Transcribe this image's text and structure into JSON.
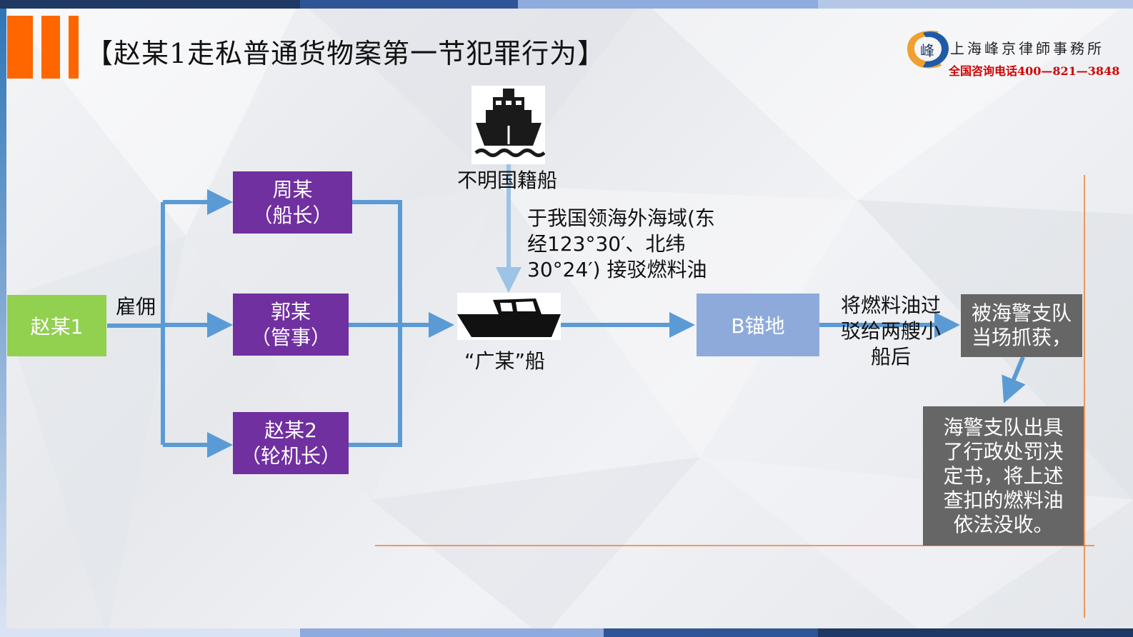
{
  "title": "【赵某1走私普通货物案第一节犯罪行为】",
  "logo": {
    "firm_name": "上海峰京律師事務所",
    "phone": "全国咨询电话400—821—3848",
    "mark_char": "峰"
  },
  "nodes": {
    "zhao1": "赵某1",
    "hire_label": "雇佣",
    "zhou": {
      "name": "周某",
      "role": "（船长）"
    },
    "guo": {
      "name": "郭某",
      "role": "（管事）"
    },
    "zhao2": {
      "name": "赵某2",
      "role": "（轮机长）"
    },
    "unknown_ship": "不明国籍船",
    "sea_area": [
      "于我国领海外海域(东",
      "经123°30′、北纬",
      "30°24′) 接驳燃料油"
    ],
    "guang_ship": "“广某”船",
    "anchorage": "B锚地",
    "transfer": [
      "将燃料油过",
      "驳给两艘小",
      "船后"
    ],
    "caught": [
      "被海警支队",
      "当场抓获，"
    ],
    "penalty": [
      "海警支队出具",
      "了行政处罚决",
      "定书，将上述",
      "查扣的燃料油",
      "依法没收。"
    ]
  },
  "colors": {
    "green": "#92d050",
    "purple": "#7030a0",
    "arrow": "#5b9bd5",
    "light_arrow": "#9dc3e6",
    "anchorage": "#8eaadb",
    "gray": "#666666",
    "orange": "#ff6600"
  },
  "icons": [
    "cruise-ship-icon",
    "speedboat-icon"
  ]
}
